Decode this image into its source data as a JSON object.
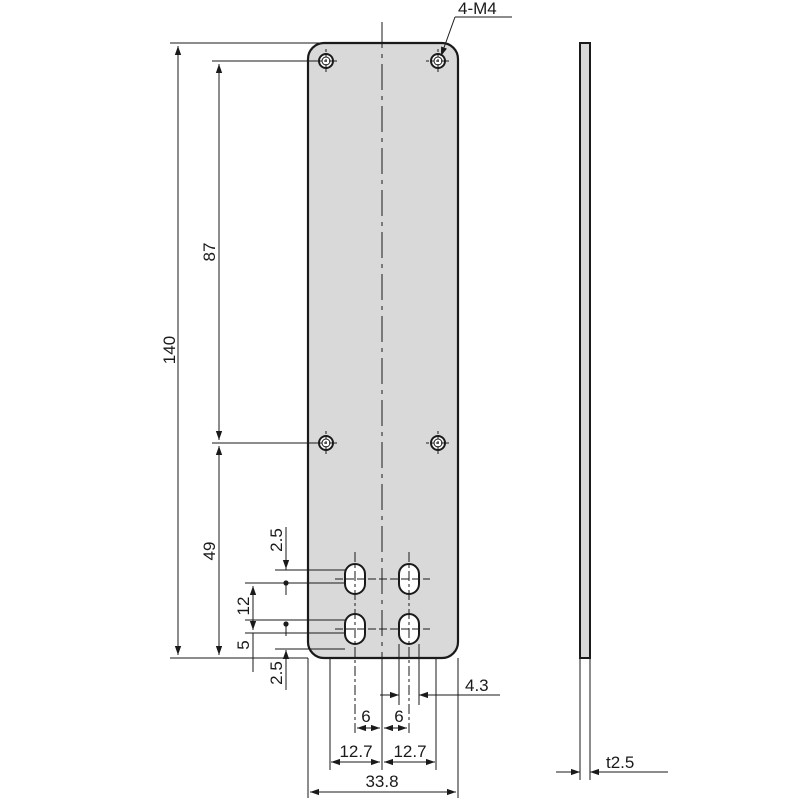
{
  "colors": {
    "plate_fill": "#d9d9d9",
    "line": "#1a1a1a",
    "background": "#ffffff"
  },
  "labels": {
    "holes": "4-M4",
    "height_total": "140",
    "hole_spacing_vertical": "87",
    "lower_distance": "49",
    "slot_offset_top": "2.5",
    "slot_pitch": "12",
    "slot_offset_bottom": "5",
    "slot_bottom_margin": "2.5",
    "slot_width": "4.3",
    "slot_center_left": "6",
    "slot_center_right": "6",
    "half_width_left": "12.7",
    "half_width_right": "12.7",
    "width_total": "33.8",
    "thickness": "t2.5"
  }
}
